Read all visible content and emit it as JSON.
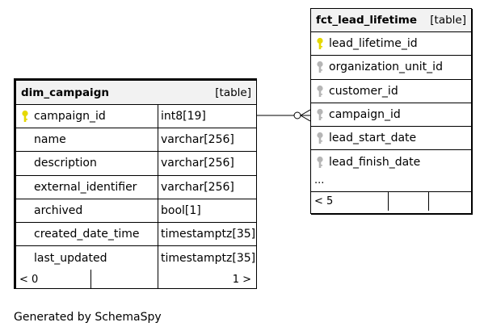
{
  "dim_campaign": {
    "name": "dim_campaign",
    "type_label": "[table]",
    "columns": [
      {
        "name": "campaign_id",
        "type": "int8[19]",
        "key": "primary"
      },
      {
        "name": "name",
        "type": "varchar[256]",
        "key": ""
      },
      {
        "name": "description",
        "type": "varchar[256]",
        "key": ""
      },
      {
        "name": "external_identifier",
        "type": "varchar[256]",
        "key": ""
      },
      {
        "name": "archived",
        "type": "bool[1]",
        "key": ""
      },
      {
        "name": "created_date_time",
        "type": "timestamptz[35]",
        "key": ""
      },
      {
        "name": "last_updated",
        "type": "timestamptz[35]",
        "key": ""
      }
    ],
    "footer_left": "< 0",
    "footer_right": "1 >"
  },
  "fct_lead_lifetime": {
    "name": "fct_lead_lifetime",
    "type_label": "[table]",
    "columns": [
      {
        "name": "lead_lifetime_id",
        "key": "primary"
      },
      {
        "name": "organization_unit_id",
        "key": "foreign"
      },
      {
        "name": "customer_id",
        "key": "foreign"
      },
      {
        "name": "campaign_id",
        "key": "foreign"
      },
      {
        "name": "lead_start_date",
        "key": "foreign"
      },
      {
        "name": "lead_finish_date",
        "key": "foreign"
      }
    ],
    "more": "...",
    "footer_left": "< 5"
  },
  "footer_text": "Generated by SchemaSpy",
  "colors": {
    "primary_key": "#e5d800",
    "foreign_key": "#b5b5b5",
    "header_bg": "#f2f2f2"
  }
}
